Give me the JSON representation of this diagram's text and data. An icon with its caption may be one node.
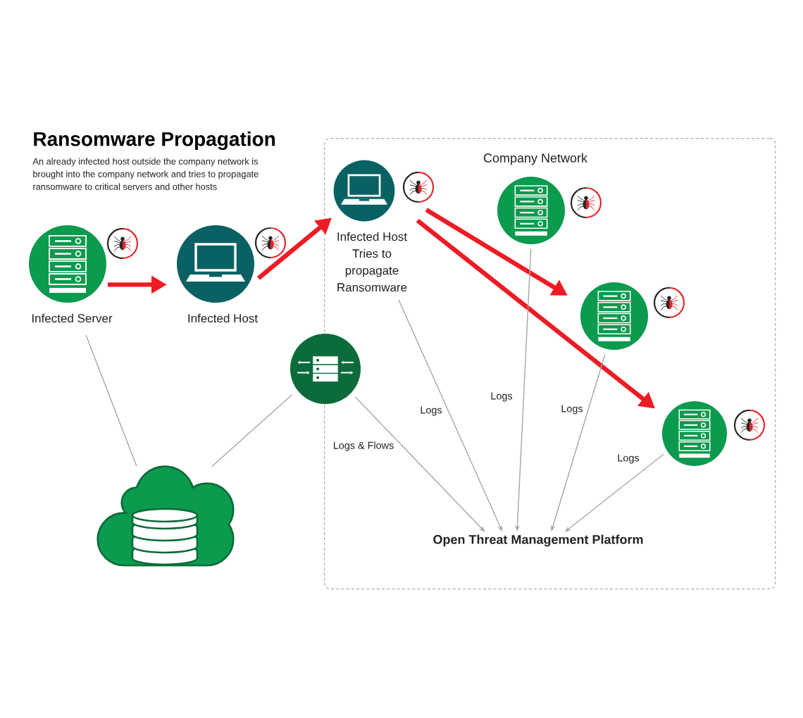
{
  "diagram": {
    "title": "Ransomware Propagation",
    "nodes": [
      {
        "text": [
          "Infected Server"
        ]
      },
      {
        "text": [
          "Infected Host"
        ]
      },
      {
        "text": [
          "Company Network"
        ]
      },
      {
        "text": [
          "Infected Host Tries to propagate Ransomware"
        ],
        "in": 2
      },
      {
        "text": [],
        "shape": "circle",
        "in": 2
      },
      {
        "text": [],
        "shape": "circle",
        "in": 2
      },
      {
        "text": [],
        "shape": "circle",
        "in": 2
      },
      {
        "text": [],
        "shape": "circle"
      },
      {
        "text": [],
        "shape": "cloud"
      },
      {
        "text": [
          "Open Threat Management Platform"
        ],
        "in": 2
      }
    ],
    "edges": [
      {
        "from": 0,
        "to": 1,
        "arrow": "to",
        "style": "thick",
        "color": "#ed1c24"
      },
      {
        "from": 1,
        "to": 3,
        "arrow": "to",
        "style": "thick",
        "color": "#ed1c24"
      },
      {
        "from": 3,
        "to": 5,
        "arrow": "to",
        "style": "thick",
        "color": "#ed1c24"
      },
      {
        "from": 3,
        "to": 6,
        "arrow": "to",
        "style": "thick",
        "color": "#ed1c24"
      },
      {
        "from": 3,
        "to": 9,
        "arrow": "to",
        "label": "Logs"
      },
      {
        "from": 4,
        "to": 9,
        "arrow": "to",
        "label": "Logs"
      },
      {
        "from": 5,
        "to": 9,
        "arrow": "to",
        "label": "Logs"
      },
      {
        "from": 6,
        "to": 9,
        "arrow": "to",
        "label": "Logs"
      },
      {
        "from": 7,
        "to": 9,
        "arrow": "to",
        "label": "Logs & Flows"
      },
      {
        "from": 0,
        "to": 8,
        "arrow": "none"
      },
      {
        "from": 7,
        "to": 8,
        "arrow": "none"
      }
    ],
    "labels": [
      "An already infected host outside the company network is brought into the company network and tries to propagate ransomware to critical servers and other hosts"
    ]
  }
}
